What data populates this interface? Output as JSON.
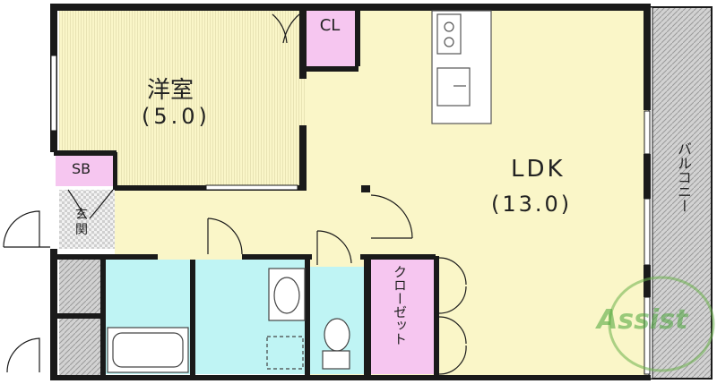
{
  "rooms": {
    "western_room": {
      "name": "洋室",
      "size": "(5.0)"
    },
    "ldk": {
      "name": "LDK",
      "size": "(13.0)"
    },
    "closet_small": "CL",
    "shoe_box": "SB",
    "entrance": "玄関",
    "closet": "クローゼット",
    "balcony": "バルコニー"
  },
  "watermark": "Assist",
  "colors": {
    "room_fill": "#faf6c8",
    "wet_area": "#bff4f4",
    "storage": "#f6c6f0",
    "wall": "#1a1a1a",
    "balcony": "#d0d0d0",
    "watermark_green": "#4aa63a"
  }
}
